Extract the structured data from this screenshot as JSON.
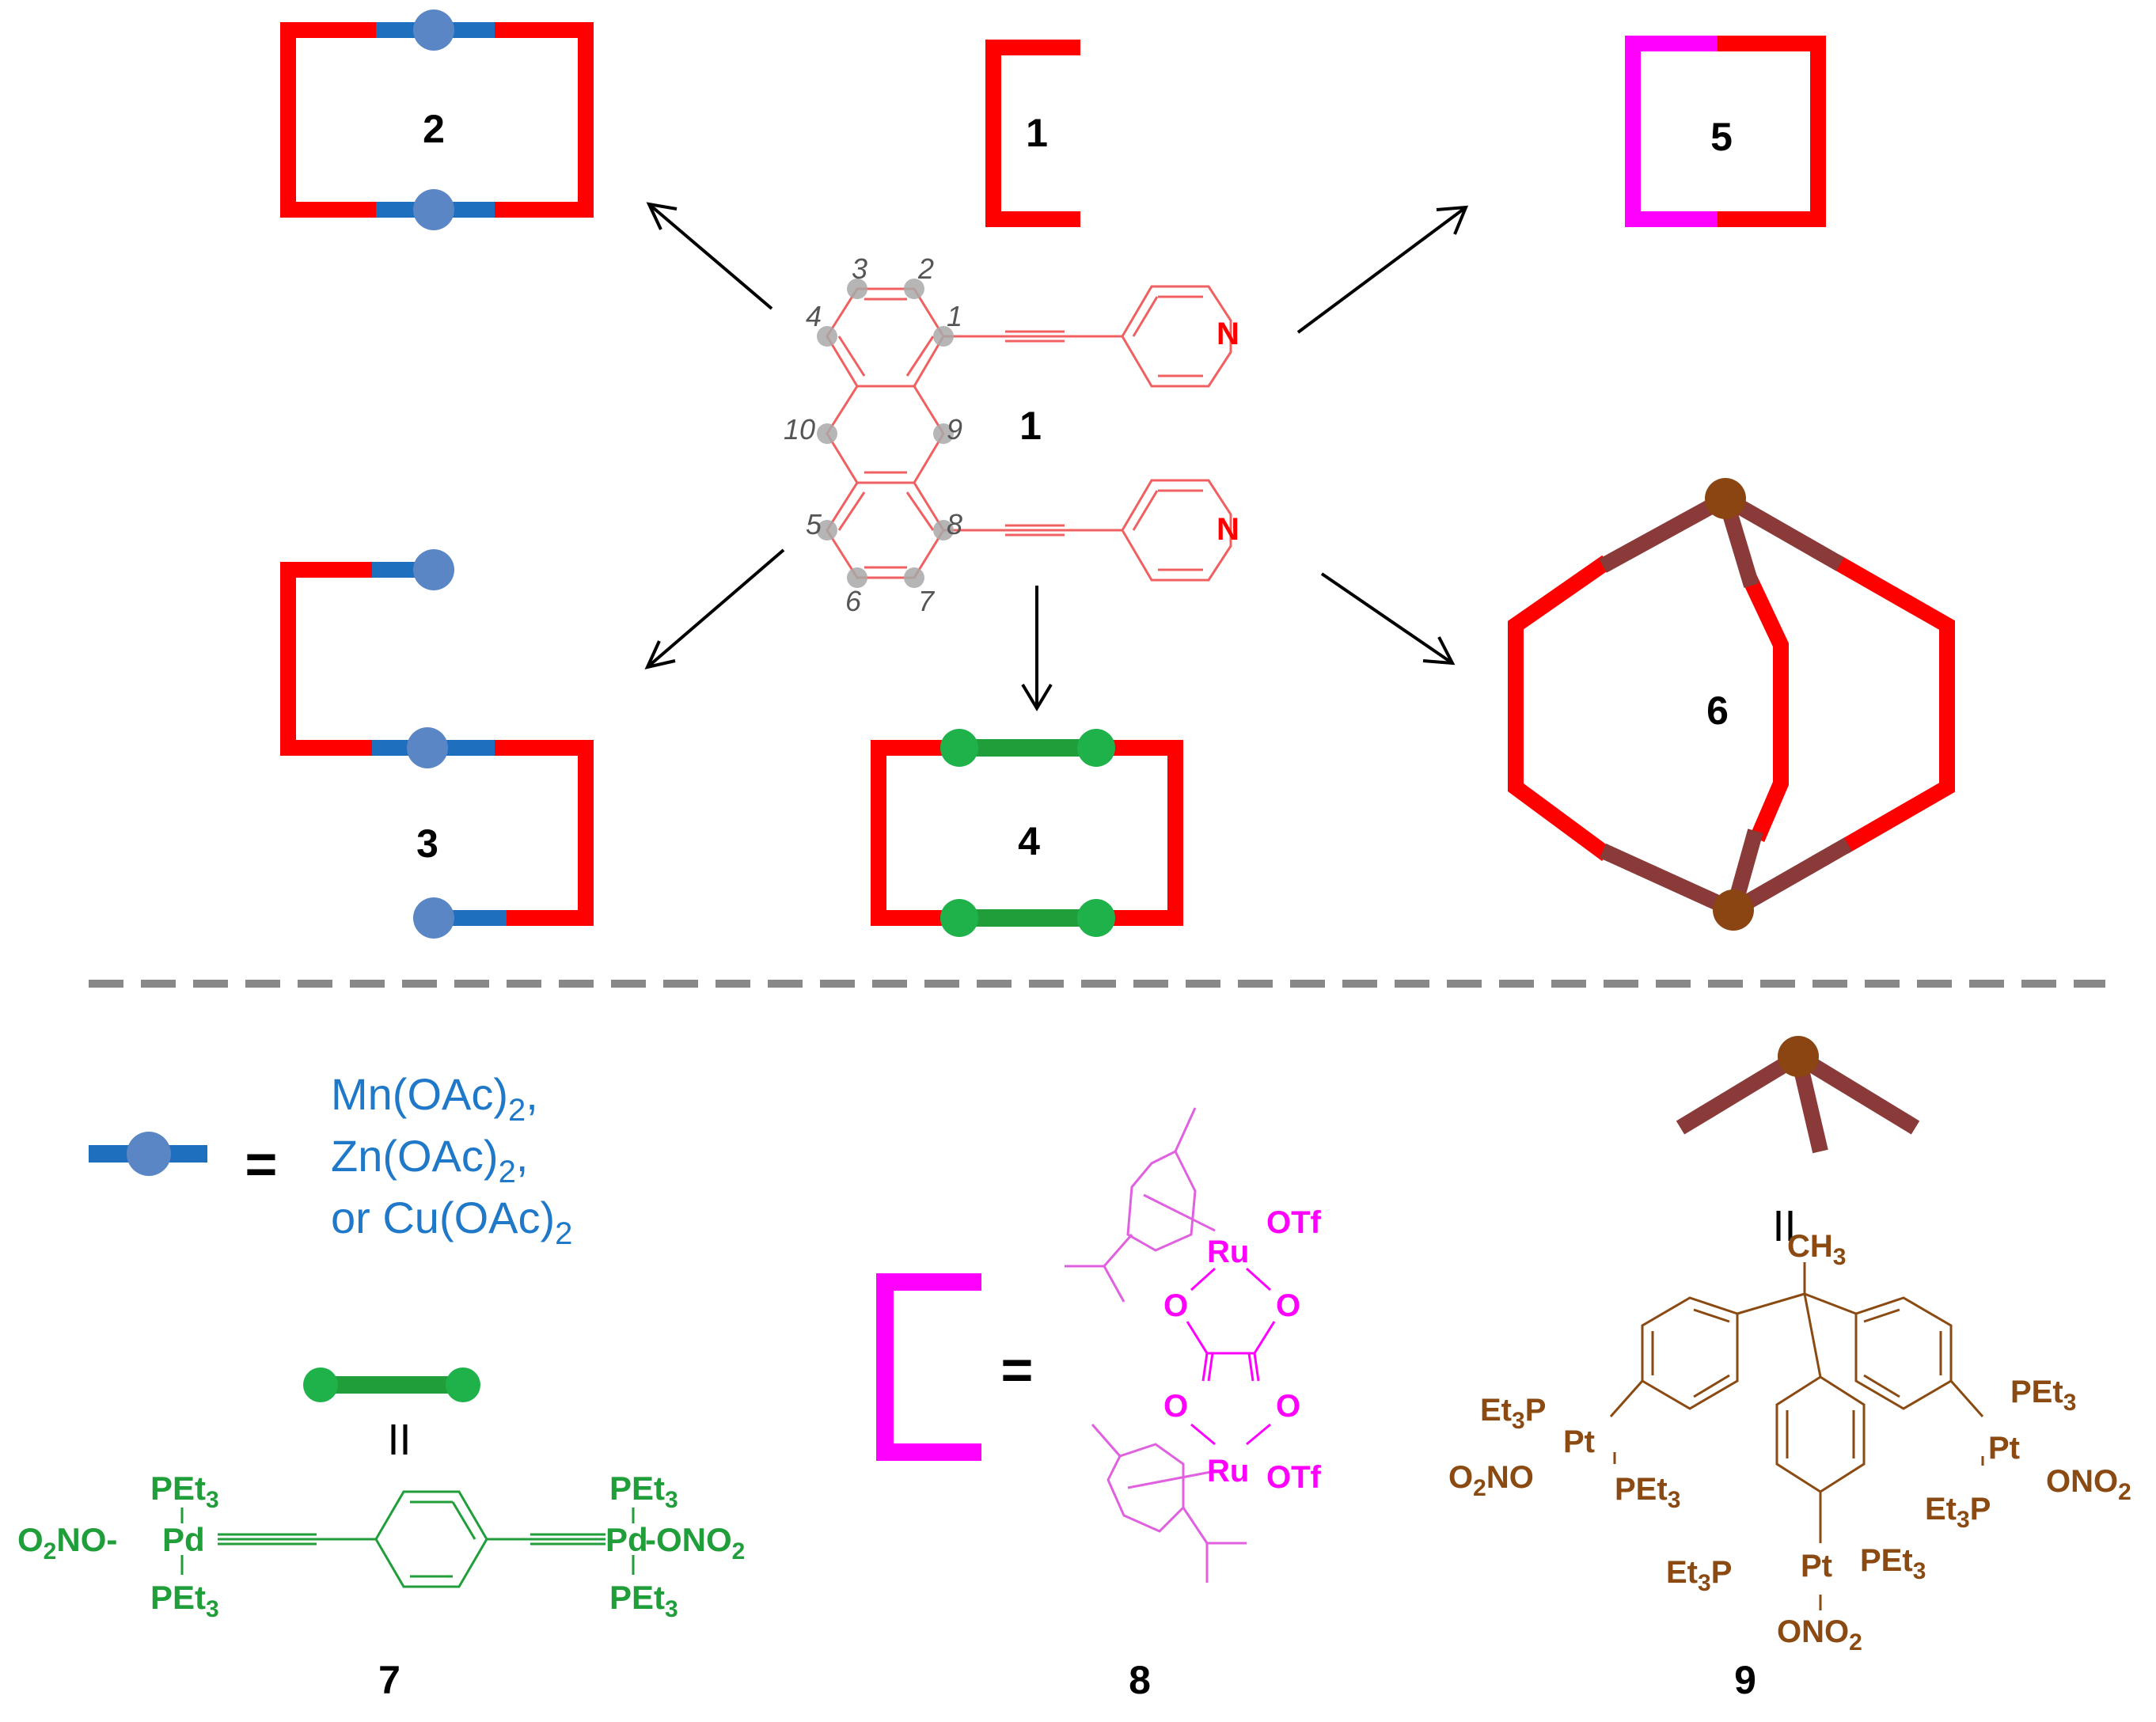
{
  "colors": {
    "ligand": "#ff0000",
    "ligand_thin": "#f06060",
    "metal_blue": "#1f6fbf",
    "node_blue": "#5a86c5",
    "pd_green": "#1f9e3a",
    "node_green": "#20b24a",
    "ru_magenta": "#ff00ff",
    "ru_thin": "#e060e0",
    "pt_brown": "#8a4a12",
    "pt_node": "#8b4513",
    "pt_arm": "#8b3a3a",
    "gray_dot": "#a9a9a9",
    "dash": "#888888",
    "black": "#000000"
  },
  "compounds": {
    "c1_top": "1",
    "c1_center": "1",
    "c2": "2",
    "c3": "3",
    "c4": "4",
    "c5": "5",
    "c6": "6",
    "c7": "7",
    "c8": "8",
    "c9": "9"
  },
  "positions": [
    "1",
    "2",
    "3",
    "4",
    "5",
    "6",
    "7",
    "8",
    "9",
    "10"
  ],
  "ligand_atoms": {
    "n_top": "N",
    "n_bottom": "N"
  },
  "legend_blue": {
    "equals": "=",
    "line1_base": "Mn(OAc)",
    "line1_sub": "2",
    "line1_end": ",",
    "line2_base": "Zn(OAc)",
    "line2_sub": "2",
    "line2_end": ",",
    "line3_base": "or Cu(OAc)",
    "line3_sub": "2"
  },
  "legend_green": {
    "equals": "="
  },
  "legend_magenta": {
    "equals": "="
  },
  "legend_brown": {
    "equals": "="
  },
  "pd_complex": {
    "pet3": "PEt",
    "sub3": "3",
    "pd": "Pd",
    "o2no_o": "O",
    "o2no_2": "2",
    "o2no_no": "NO",
    "ono2_o": "ONO",
    "ono2_2": "2",
    "dash": "-"
  },
  "ru_complex": {
    "ru": "Ru",
    "otf": "OTf",
    "o": "O"
  },
  "pt_complex": {
    "ch3": "CH",
    "sub3": "3",
    "et3p_a": "Et",
    "et3p_b": "P",
    "pet3": "PEt",
    "pt": "Pt",
    "o2no_o": "O",
    "o2no_2": "2",
    "o2no_no": "NO",
    "ono2": "ONO",
    "ono2_2": "2"
  }
}
